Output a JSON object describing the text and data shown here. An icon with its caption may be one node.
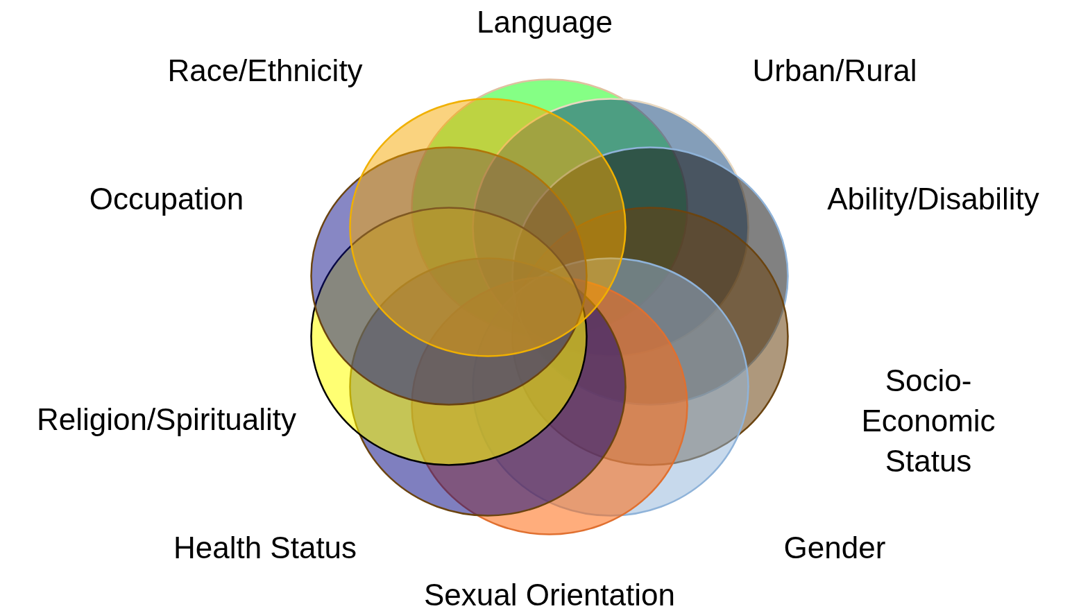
{
  "diagram": {
    "nodes": [
      {
        "text": [
          "Language"
        ]
      },
      {
        "text": [
          "Urban/Rural"
        ]
      },
      {
        "text": [
          "Ability/Disability"
        ]
      },
      {
        "text": [
          "Socio-Economic Status"
        ]
      },
      {
        "text": [
          "Gender"
        ]
      },
      {
        "text": [
          "Sexual Orientation"
        ]
      },
      {
        "text": [
          "Health Status"
        ]
      },
      {
        "text": [
          "Religion/Spirituality"
        ]
      },
      {
        "text": [
          "Occupation"
        ]
      },
      {
        "text": [
          "Race/Ethnicity"
        ]
      }
    ]
  }
}
